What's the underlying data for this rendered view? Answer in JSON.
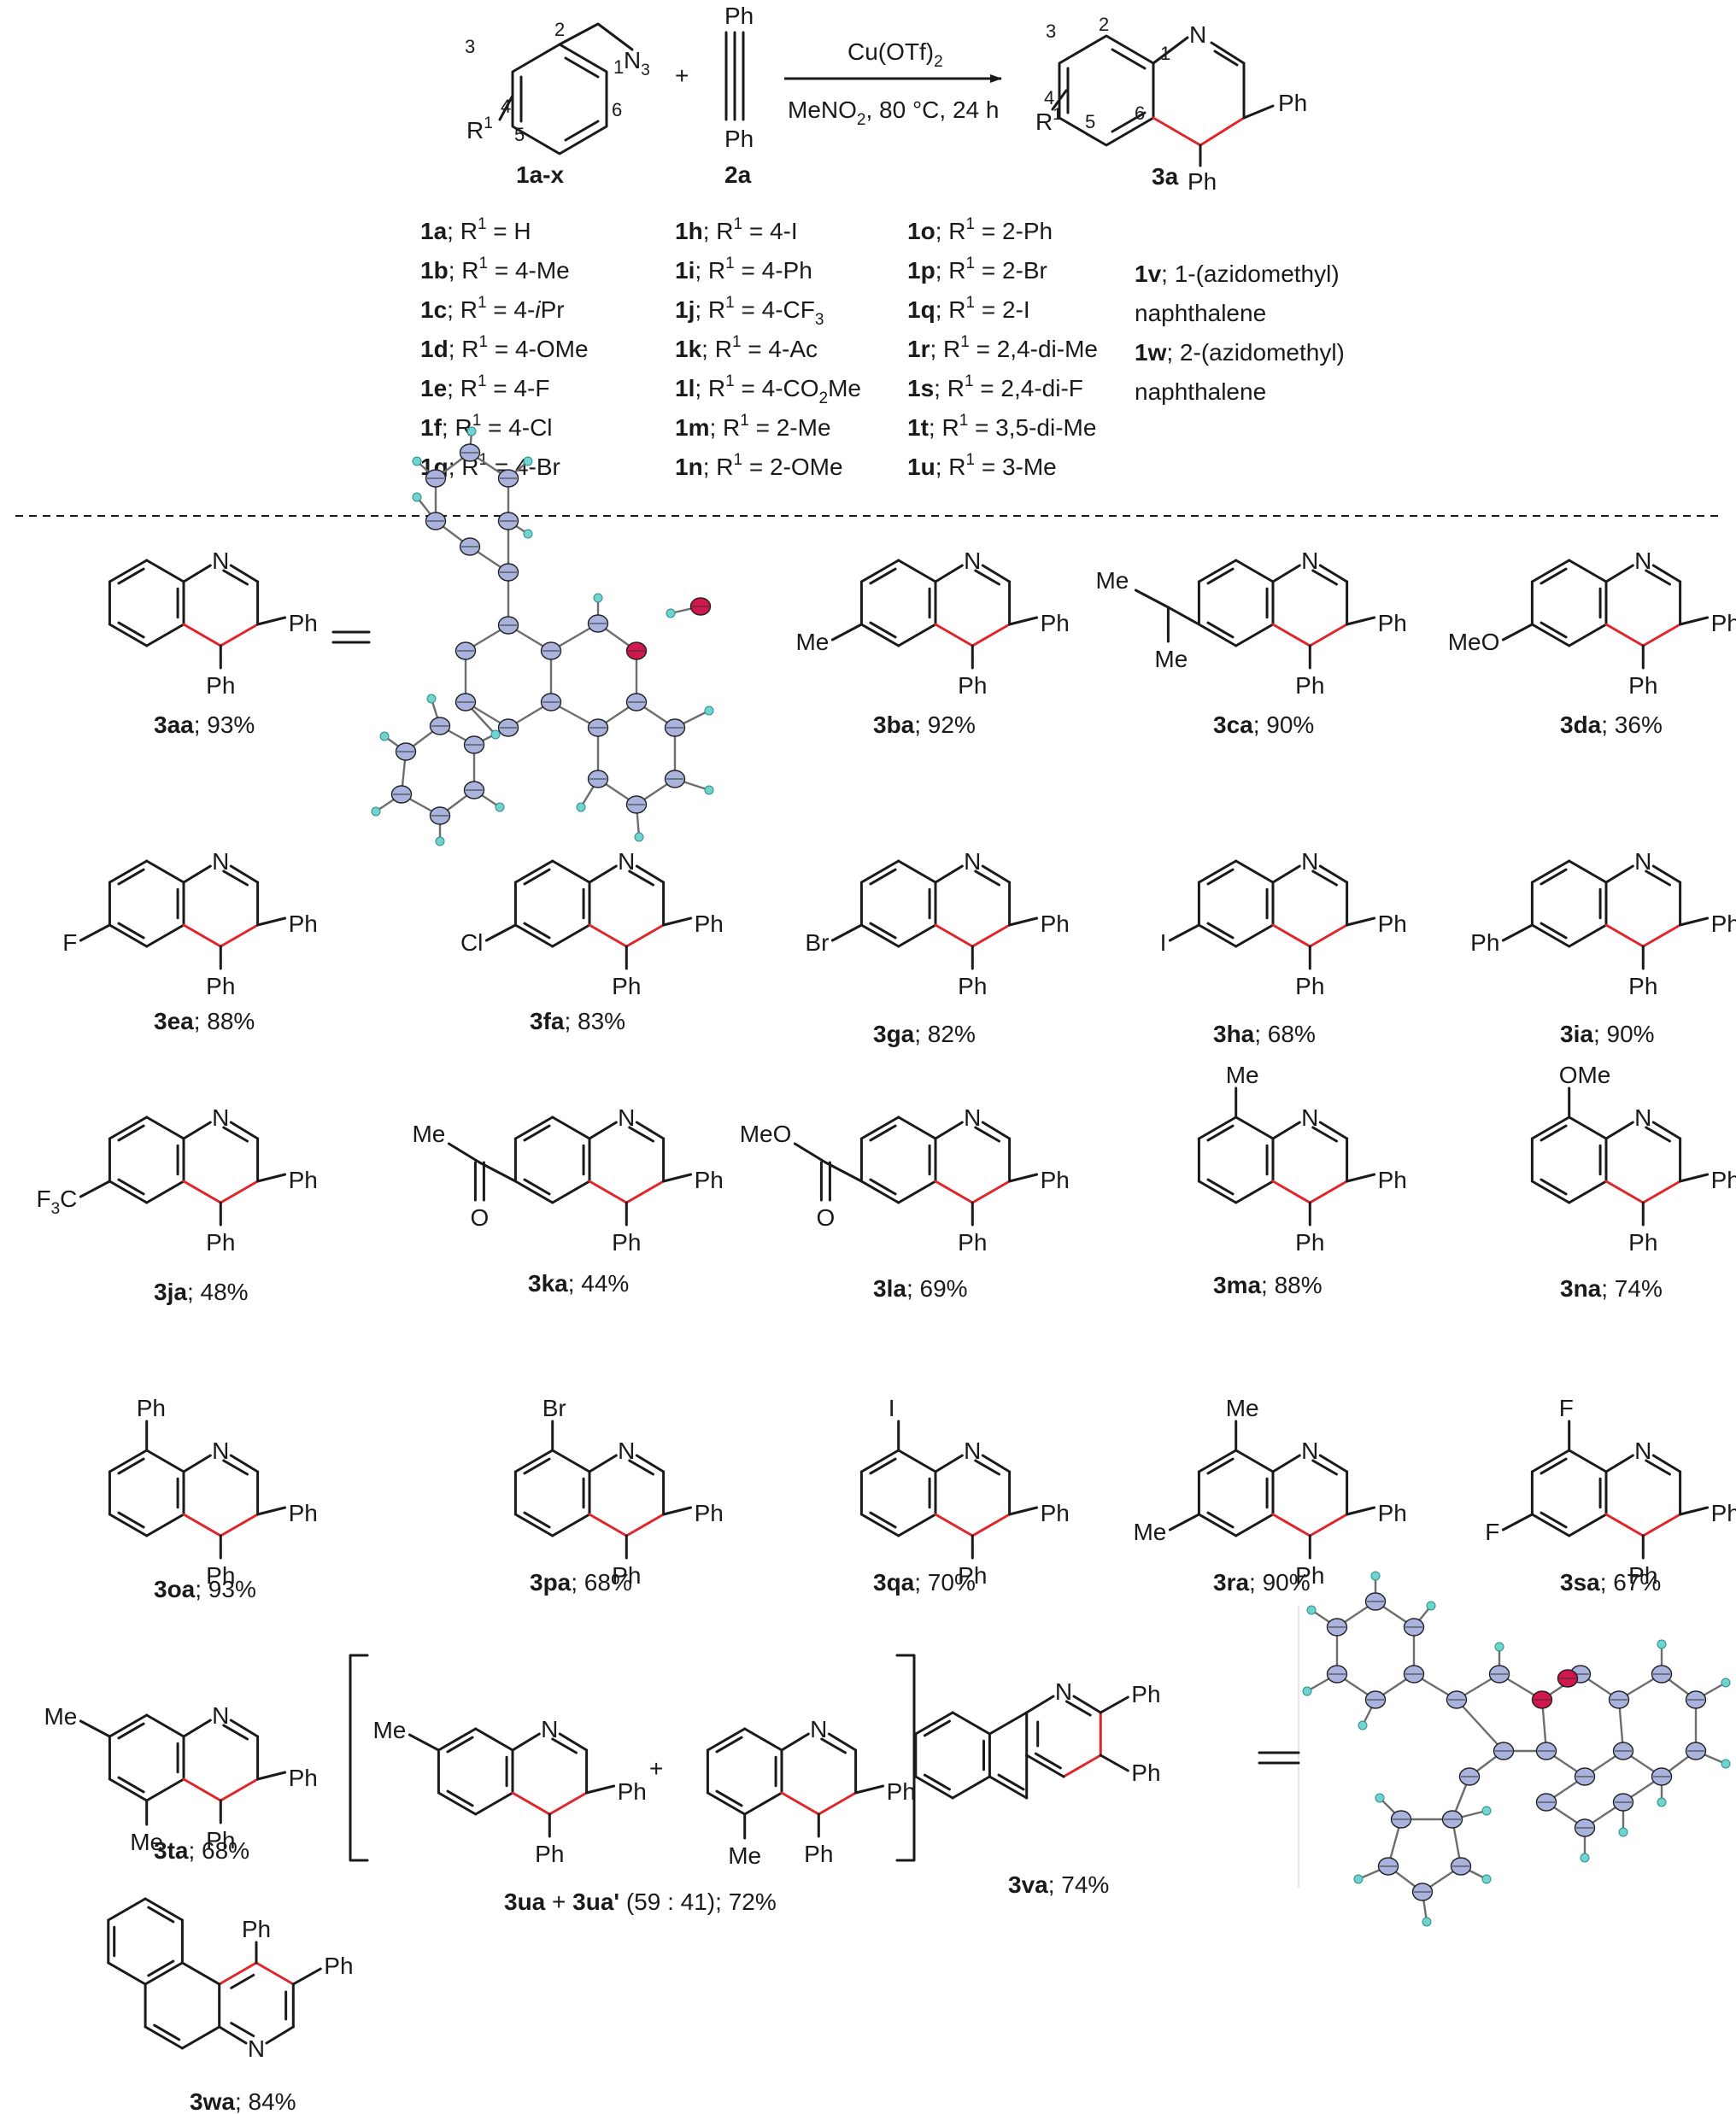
{
  "scheme": {
    "reactant_1": {
      "id": "1a-x",
      "r_label": "R",
      "r_sup": "1",
      "group": "N",
      "group_sub": "3",
      "ring_numbers": [
        "1",
        "2",
        "3",
        "4",
        "5",
        "6"
      ]
    },
    "plus": "+",
    "reactant_2": {
      "id": "2a",
      "top": "Ph",
      "bottom": "Ph"
    },
    "reagent": {
      "catalyst": "Cu(OTf)",
      "catalyst_sub": "2",
      "solvent": "MeNO",
      "solvent_sub": "2",
      "conditions": ", 80 °C, 24 h"
    },
    "product": {
      "id": "3a",
      "n": "N",
      "ph3": "Ph",
      "ph4": "Ph",
      "r_label": "R",
      "r_sup": "1",
      "ring_numbers": [
        "1",
        "2",
        "3",
        "4",
        "5",
        "6"
      ]
    }
  },
  "substrates": {
    "col1": [
      {
        "id": "1a",
        "value": "H"
      },
      {
        "id": "1b",
        "value": "4-Me"
      },
      {
        "id": "1c",
        "value": "4-",
        "italic": "i",
        "tail": "Pr"
      },
      {
        "id": "1d",
        "value": "4-OMe"
      },
      {
        "id": "1e",
        "value": "4-F"
      },
      {
        "id": "1f",
        "value": "4-Cl"
      },
      {
        "id": "1g",
        "value": "4-Br"
      }
    ],
    "col2": [
      {
        "id": "1h",
        "value": "4-I"
      },
      {
        "id": "1i",
        "value": "4-Ph"
      },
      {
        "id": "1j",
        "value": "4-CF",
        "sub": "3"
      },
      {
        "id": "1k",
        "value": "4-Ac"
      },
      {
        "id": "1l",
        "value": "4-CO",
        "sub": "2",
        "tail": "Me"
      },
      {
        "id": "1m",
        "value": "2-Me"
      },
      {
        "id": "1n",
        "value": "2-OMe"
      }
    ],
    "col3": [
      {
        "id": "1o",
        "value": "2-Ph"
      },
      {
        "id": "1p",
        "value": "2-Br"
      },
      {
        "id": "1q",
        "value": "2-I"
      },
      {
        "id": "1r",
        "value": "2,4-di-Me"
      },
      {
        "id": "1s",
        "value": "2,4-di-F"
      },
      {
        "id": "1t",
        "value": "3,5-di-Me"
      },
      {
        "id": "1u",
        "value": "3-Me"
      }
    ],
    "r_prefix": "; R",
    "r_sup": "1",
    "equals": " = ",
    "col4": [
      {
        "id": "1v",
        "line1": "; 1-(azidomethyl)",
        "line2": "naphthalene"
      },
      {
        "id": "1w",
        "line1": "; 2-(azidomethyl)",
        "line2": "naphthalene"
      }
    ]
  },
  "common": {
    "N": "N",
    "Ph": "Ph",
    "plus": "+"
  },
  "products": [
    {
      "id": "3aa",
      "yield": "; 93%",
      "subs": {}
    },
    {
      "id": "3ba",
      "yield": "; 92%",
      "subs": {
        "c6": "Me"
      }
    },
    {
      "id": "3ca",
      "yield": "; 90%",
      "subs": {
        "c6": "iPr"
      },
      "ipr": [
        "Me",
        "Me"
      ]
    },
    {
      "id": "3da",
      "yield": "; 36%",
      "subs": {
        "c6": "MeO"
      }
    },
    {
      "id": "3ea",
      "yield": "; 88%",
      "subs": {
        "c6": "F"
      }
    },
    {
      "id": "3fa",
      "yield": "; 83%",
      "subs": {
        "c6": "Cl"
      }
    },
    {
      "id": "3ga",
      "yield": "; 82%",
      "subs": {
        "c6": "Br"
      }
    },
    {
      "id": "3ha",
      "yield": "; 68%",
      "subs": {
        "c6": "I"
      }
    },
    {
      "id": "3ia",
      "yield": "; 90%",
      "subs": {
        "c6": "Ph"
      }
    },
    {
      "id": "3ja",
      "yield": "; 48%",
      "subs": {
        "c6": "CF3"
      },
      "cf3": [
        "F",
        "3",
        "C"
      ]
    },
    {
      "id": "3ka",
      "yield": "; 44%",
      "subs": {
        "c6": "Ac"
      },
      "acyl": [
        "Me",
        "O"
      ]
    },
    {
      "id": "3la",
      "yield": "; 69%",
      "subs": {
        "c6": "ester"
      },
      "ester": [
        "MeO",
        "O"
      ]
    },
    {
      "id": "3ma",
      "yield": "; 88%",
      "subs": {
        "c8": "Me"
      }
    },
    {
      "id": "3na",
      "yield": "; 74%",
      "subs": {
        "c8": "OMe"
      }
    },
    {
      "id": "3oa",
      "yield": "; 93%",
      "subs": {
        "c8": "Ph"
      }
    },
    {
      "id": "3pa",
      "yield": "; 68%",
      "subs": {
        "c8": "Br"
      }
    },
    {
      "id": "3qa",
      "yield": "; 70%",
      "subs": {
        "c8": "I"
      }
    },
    {
      "id": "3ra",
      "yield": "; 90%",
      "subs": {
        "c8": "Me",
        "c6": "Me"
      }
    },
    {
      "id": "3sa",
      "yield": "; 67%",
      "subs": {
        "c8": "F",
        "c6": "F"
      }
    },
    {
      "id": "3ta",
      "yield": "; 68%",
      "subs": {
        "c7": "Me",
        "c5": "Me"
      }
    },
    {
      "id": "3ua",
      "subs": {
        "c7": "Me"
      }
    },
    {
      "id": "3ua'",
      "subs": {
        "c5": "Me"
      }
    },
    {
      "id": "3va",
      "yield": "; 74%"
    },
    {
      "id": "3wa",
      "yield": "; 84%"
    }
  ],
  "mixture": {
    "id_a": "3ua",
    "join": " + ",
    "id_b": "3ua'",
    "ratio": " (59 : 41); 72%"
  }
}
